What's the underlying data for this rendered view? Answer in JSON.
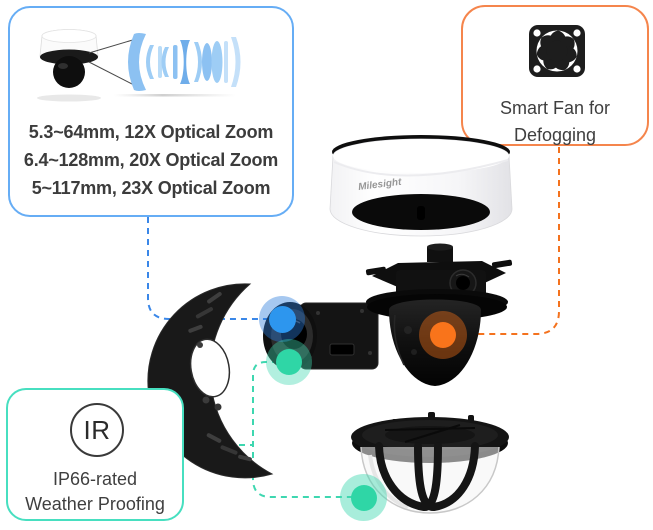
{
  "cards": {
    "optical_zoom": {
      "line1": "5.3~64mm, 12X Optical Zoom",
      "line2": "6.4~128mm, 20X Optical Zoom",
      "line3": "5~117mm, 23X Optical Zoom",
      "accent_color": "#66adf5"
    },
    "smart_fan": {
      "label": "Smart Fan for\nDefogging",
      "accent_color": "#f5854c"
    },
    "weather_proofing": {
      "icon_label": "IR",
      "label": "IP66-rated\nWeather Proofing",
      "accent_color": "#47dfc0"
    }
  },
  "device": {
    "brand_logo": "Milesight"
  },
  "connectors": {
    "blue": "#3a87e8",
    "orange": "#f4721e",
    "teal": "#3ed7b0"
  }
}
